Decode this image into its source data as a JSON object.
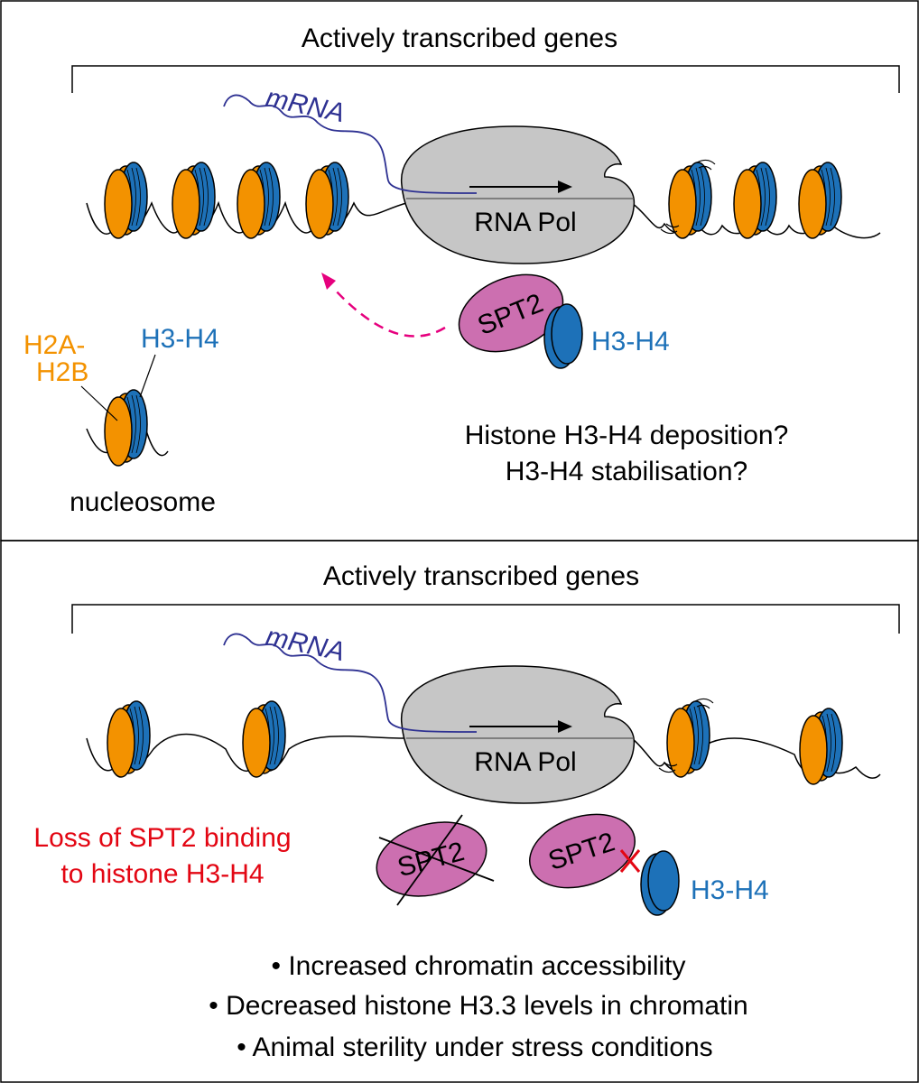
{
  "top_panel": {
    "title": "Actively transcribed genes",
    "mrna_label": "mRNA",
    "polymerase_label": "RNA Pol",
    "spt2_label": "SPT2",
    "h3h4_label": "H3-H4",
    "legend": {
      "h2a_h2b_label_line1": "H2A-",
      "h2a_h2b_label_line2": "H2B",
      "h3h4_label": "H3-H4",
      "nucleosome_label": "nucleosome"
    },
    "question_line1": "Histone H3-H4 deposition?",
    "question_line2": "H3-H4 stabilisation?"
  },
  "bottom_panel": {
    "title": "Actively transcribed genes",
    "mrna_label": "mRNA",
    "polymerase_label": "RNA Pol",
    "spt2_crossed_label": "SPT2",
    "spt2_label": "SPT2",
    "h3h4_label": "H3-H4",
    "loss_text_line1": "Loss of SPT2 binding",
    "loss_text_line2": "to histone H3-H4",
    "outcomes": [
      "• Increased chromatin accessibility",
      "• Decreased histone H3.3 levels in chromatin",
      "• Animal sterility under stress conditions"
    ]
  },
  "colors": {
    "h2a_h2b_orange": "#f39200",
    "h3_h4_blue": "#1d71b8",
    "spt2_pink": "#cc6fb0",
    "polymerase_gray": "#c6c6c6",
    "mrna_navy": "#2e3192",
    "arrow_magenta": "#e6007e",
    "loss_red": "#e30613"
  }
}
